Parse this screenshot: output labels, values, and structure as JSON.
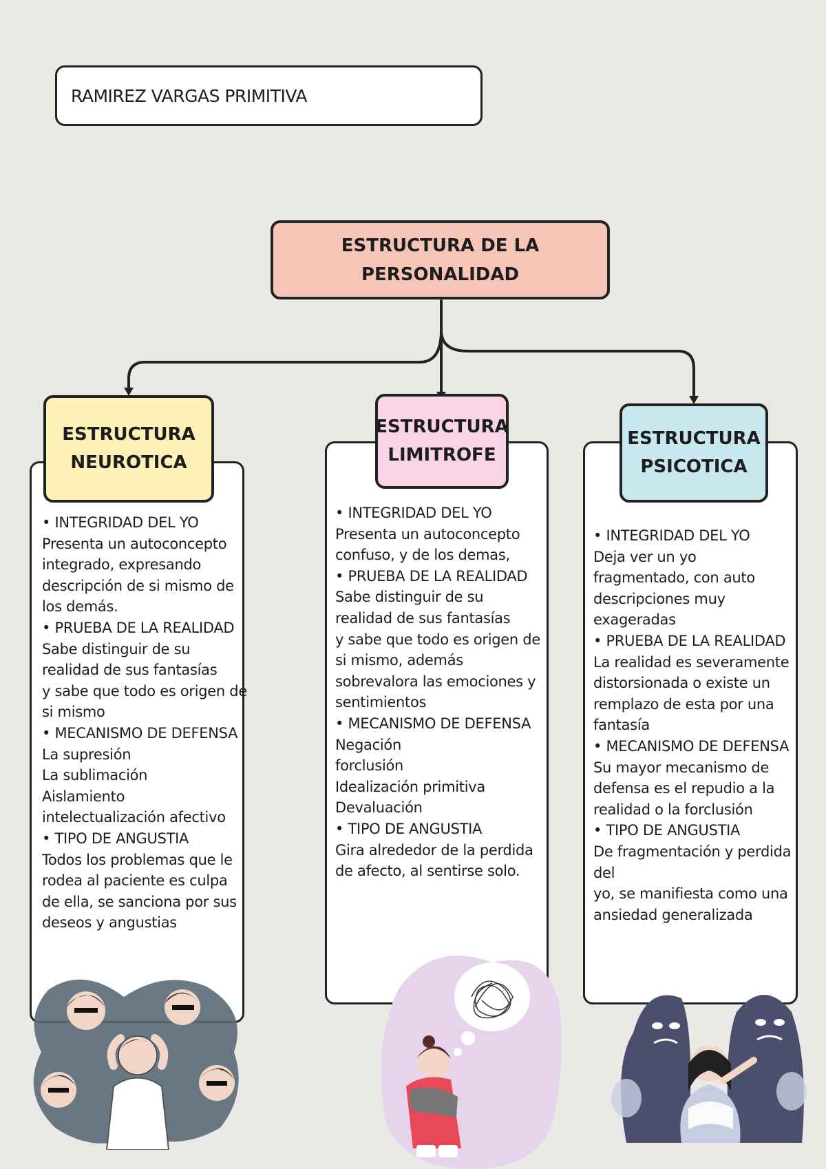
{
  "header": {
    "author_name": "RAMIREZ VARGAS PRIMITIVA"
  },
  "root": {
    "title": "ESTRUCTURA DE LA PERSONALIDAD"
  },
  "branches": [
    {
      "title": "ESTRUCTURA NEUROTICA",
      "color": "#fdf1b8",
      "text": "• INTEGRIDAD DEL YO\nPresenta un autoconcepto integrado,  expresando descripción de si mismo de los demás.\n• PRUEBA DE LA REALIDAD\nSabe distinguir de su realidad de sus fantasías\ny sabe que todo es origen de si mismo\n• MECANISMO DE DEFENSA\nLa supresión\nLa sublimación\nAislamiento intelectualización afectivo\n• TIPO DE ANGUSTIA\nTodos los problemas que le rodea al paciente es culpa de ella, se sanciona por sus deseos y angustias"
    },
    {
      "title": "ESTRUCTURA LIMITROFE",
      "color": "#f9d3e6",
      "text": "• INTEGRIDAD DEL YO\nPresenta un autoconcepto confuso, y de los demas,\n• PRUEBA DE LA REALIDAD\nSabe distinguir de su realidad de sus fantasías\ny sabe que todo es origen de si mismo, además sobrevalora las emociones y sentimientos\n• MECANISMO DE DEFENSA\nNegación\nforclusión\nIdealización primitiva\nDevaluación\n• TIPO DE ANGUSTIA\nGira alrededor de la perdida de afecto, al sentirse solo."
    },
    {
      "title": "ESTRUCTURA PSICOTICA",
      "color": "#c7e8ef",
      "text": "• INTEGRIDAD DEL YO\nDeja ver un yo fragmentado, con auto descripciones muy exageradas\n• PRUEBA DE LA REALIDAD\n La realidad es severamente distorsionada o existe un remplazo de esta por una fantasía\n• MECANISMO DE DEFENSA\nSu mayor mecanismo de defensa es el repudio a la realidad o la forclusión\n• TIPO DE ANGUSTIA\nDe fragmentación y perdida del\nyo, se manifiesta como una ansiedad generalizada"
    }
  ],
  "colors": {
    "background": "#ebe9e5",
    "root": "#f6c5b8",
    "border": "#222222"
  },
  "illustrations": [
    "stressed-man-surrounded-by-faces",
    "sad-girl-hugging-knees-with-scribble-thought",
    "scared-girl-with-shadow-ghosts"
  ]
}
